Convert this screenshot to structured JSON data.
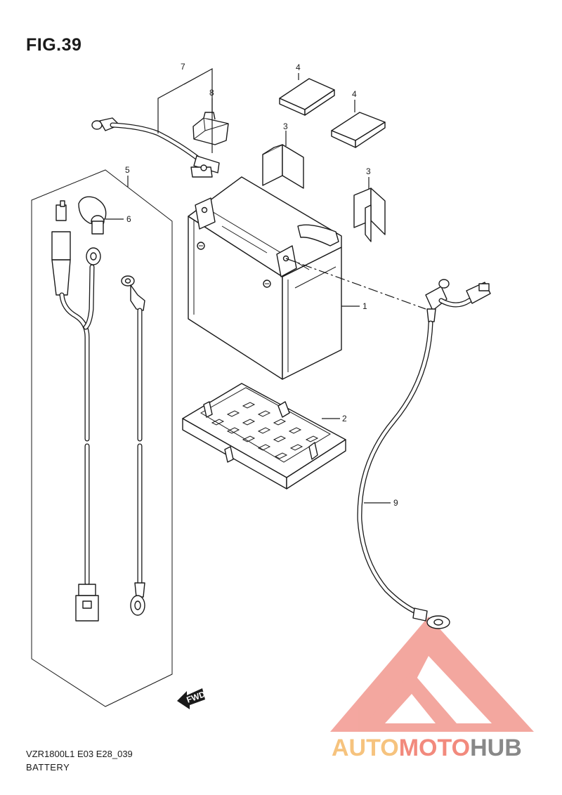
{
  "figure": {
    "title": "FIG.39",
    "model_code": "VZR1800L1 E03 E28_039",
    "section_name": "BATTERY",
    "fwd_marker": "FWD"
  },
  "callouts": [
    {
      "ref": "1"
    },
    {
      "ref": "2"
    },
    {
      "ref": "3"
    },
    {
      "ref": "3"
    },
    {
      "ref": "4"
    },
    {
      "ref": "4"
    },
    {
      "ref": "5"
    },
    {
      "ref": "6"
    },
    {
      "ref": "7"
    },
    {
      "ref": "8"
    },
    {
      "ref": "9"
    }
  ],
  "watermark": {
    "part_a": "AUTO",
    "part_b": "MOTO",
    "part_c": "HUB",
    "color_a": "#f6c37e",
    "color_b": "#f28a7d",
    "color_c": "#888888"
  }
}
